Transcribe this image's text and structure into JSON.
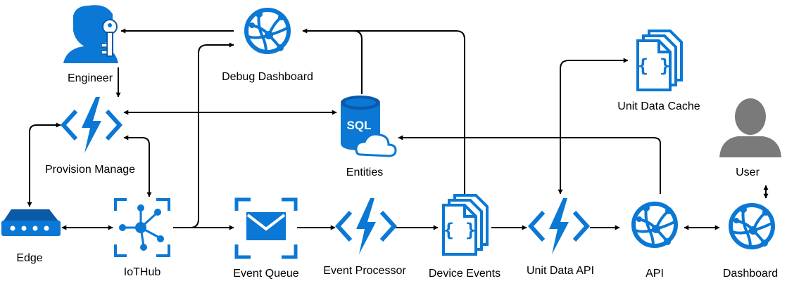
{
  "colors": {
    "azure_blue": "#0a78d4",
    "azure_dark": "#0a5aa8",
    "user_gray": "#7a7a7a",
    "line": "#000000"
  },
  "nodes": {
    "engineer": {
      "label": "Engineer",
      "icon": "engineer-key-icon"
    },
    "debug_dashboard": {
      "label": "Debug Dashboard",
      "icon": "web-app-globe-icon"
    },
    "provision_manage": {
      "label": "Provision Manage",
      "icon": "function-app-icon"
    },
    "entities": {
      "label": "Entities",
      "icon": "sql-database-icon"
    },
    "unit_data_cache": {
      "label": "Unit Data Cache",
      "icon": "json-documents-icon"
    },
    "user": {
      "label": "User",
      "icon": "user-icon"
    },
    "edge": {
      "label": "Edge",
      "icon": "edge-device-icon"
    },
    "iothub": {
      "label": "IoTHub",
      "icon": "iot-hub-icon"
    },
    "event_queue": {
      "label": "Event Queue",
      "icon": "queue-envelope-icon"
    },
    "event_processor": {
      "label": "Event Processor",
      "icon": "function-app-icon"
    },
    "device_events": {
      "label": "Device Events",
      "icon": "json-documents-icon"
    },
    "unit_data_api": {
      "label": "Unit Data API",
      "icon": "function-app-icon"
    },
    "api": {
      "label": "API",
      "icon": "web-app-globe-icon"
    },
    "dashboard": {
      "label": "Dashboard",
      "icon": "web-app-globe-icon"
    }
  }
}
